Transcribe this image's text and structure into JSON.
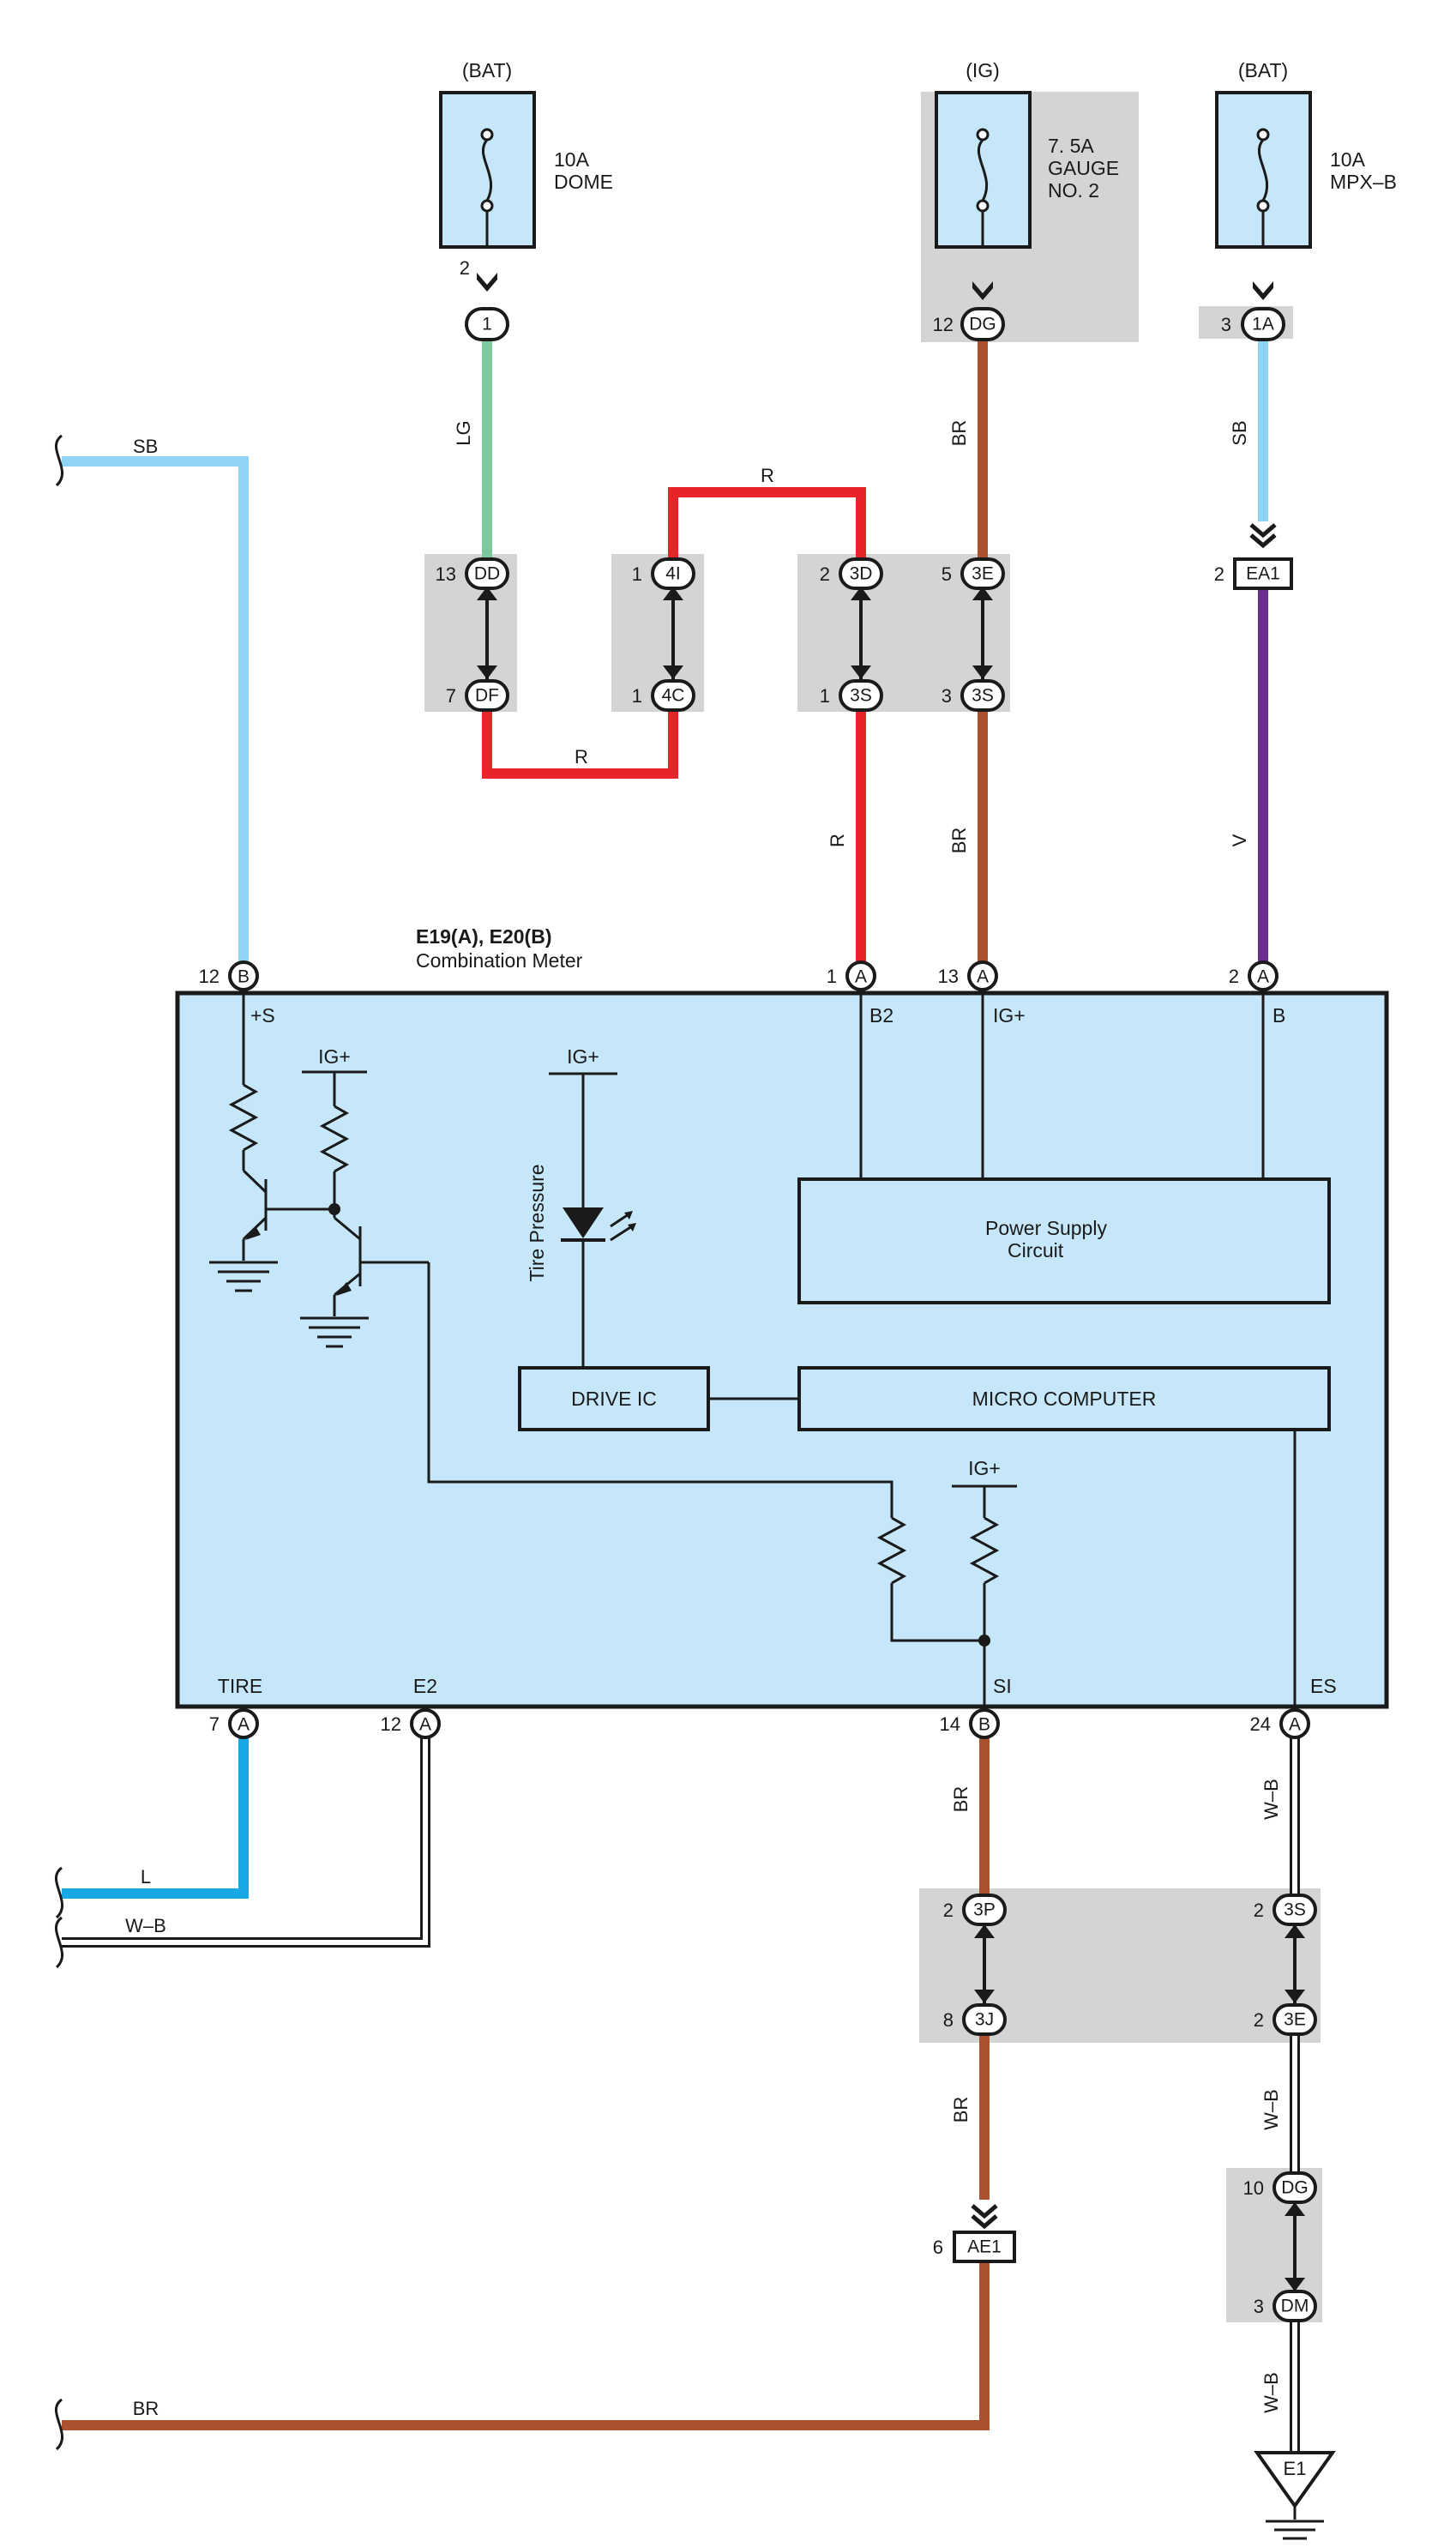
{
  "colors": {
    "SB": "#8fd4f5",
    "LG": "#7cc9a0",
    "R": "#e8242b",
    "BR": "#a85230",
    "V": "#6b2d8f",
    "L": "#1aa7e6",
    "W-B": "#ffffff",
    "meter_fill": "#c5e7f9",
    "connector_shade": "#d4d4d4",
    "fuse_fill": "#c5e7f9"
  },
  "fuses": [
    {
      "id": "dome",
      "supply": "(BAT)",
      "rating": "10A",
      "name": [
        "DOME"
      ],
      "pin": "2"
    },
    {
      "id": "gauge",
      "supply": "(IG)",
      "rating": "7. 5A",
      "name": [
        "GAUGE",
        "NO. 2"
      ],
      "pin": "12"
    },
    {
      "id": "mpx",
      "supply": "(BAT)",
      "rating": "10A",
      "name": [
        "MPX–B"
      ],
      "pin": "3"
    }
  ],
  "connectors": {
    "c1": {
      "label": "1"
    },
    "dg_top": {
      "label": "DG",
      "pin": "12"
    },
    "1a": {
      "label": "1A",
      "pin": "3"
    },
    "dd": {
      "label": "DD",
      "pin": "13"
    },
    "df": {
      "label": "DF",
      "pin": "7"
    },
    "4i": {
      "label": "4I",
      "pin": "1"
    },
    "4c": {
      "label": "4C",
      "pin": "1"
    },
    "3d": {
      "label": "3D",
      "pin": "2"
    },
    "3s_a": {
      "label": "3S",
      "pin": "1"
    },
    "3e_a": {
      "label": "3E",
      "pin": "5"
    },
    "3s_b": {
      "label": "3S",
      "pin": "3"
    },
    "ea1": {
      "label": "EA1",
      "pin": "2"
    },
    "3p": {
      "label": "3P",
      "pin": "2"
    },
    "3j": {
      "label": "3J",
      "pin": "8"
    },
    "3s_c": {
      "label": "3S",
      "pin": "2"
    },
    "3e_c": {
      "label": "3E",
      "pin": "2"
    },
    "ae1": {
      "label": "AE1",
      "pin": "6"
    },
    "dg_bot": {
      "label": "DG",
      "pin": "10"
    },
    "dm": {
      "label": "DM",
      "pin": "3"
    },
    "e1": {
      "label": "E1"
    }
  },
  "wires": {
    "sb_left": "SB",
    "lg": "LG",
    "r_top": "R",
    "r_bottom": "R",
    "r_vert": "R",
    "br_top": "BR",
    "br_mid": "BR",
    "sb_right": "SB",
    "v": "V",
    "l": "L",
    "wb_left": "W–B",
    "br_lower": "BR",
    "br_after": "BR",
    "br_bottom": "BR",
    "wb_es": "W–B",
    "wb_mid": "W–B",
    "wb_low": "W–B"
  },
  "meter": {
    "title": "E19(A), E20(B)",
    "subtitle": "Combination Meter",
    "terminals_top": [
      {
        "id": "s",
        "pin": "12",
        "connector": "B",
        "name": "+S"
      },
      {
        "id": "b2",
        "pin": "1",
        "connector": "A",
        "name": "B2"
      },
      {
        "id": "ig",
        "pin": "13",
        "connector": "A",
        "name": "IG+"
      },
      {
        "id": "b",
        "pin": "2",
        "connector": "A",
        "name": "B"
      }
    ],
    "terminals_bottom": [
      {
        "id": "tire",
        "pin": "7",
        "connector": "A",
        "name": "TIRE"
      },
      {
        "id": "e2",
        "pin": "12",
        "connector": "A",
        "name": "E2"
      },
      {
        "id": "si",
        "pin": "14",
        "connector": "B",
        "name": "SI"
      },
      {
        "id": "es",
        "pin": "24",
        "connector": "A",
        "name": "ES"
      }
    ],
    "ig_label_1": "IG+",
    "ig_label_2": "IG+",
    "ig_label_3": "IG+",
    "lamp_label": "Tire Pressure",
    "power_supply": [
      "Power Supply",
      "Circuit"
    ],
    "drive_ic": "DRIVE IC",
    "micro_computer": "MICRO COMPUTER"
  }
}
